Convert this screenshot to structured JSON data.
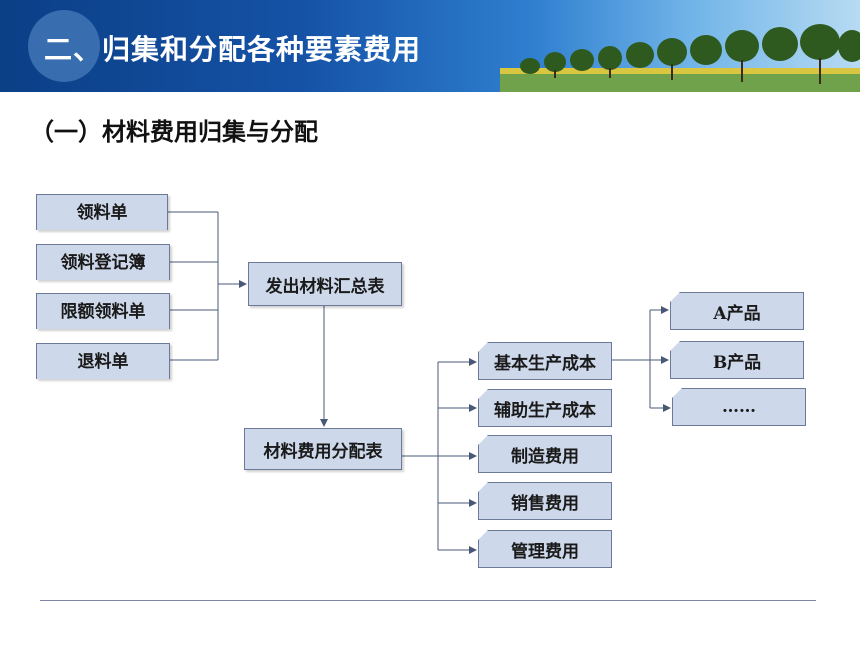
{
  "header": {
    "title": "二、归集和分配各种要素费用"
  },
  "section": {
    "subtitle": "（一）材料费用归集与分配"
  },
  "diagram": {
    "sources": [
      "领料单",
      "领料登记簿",
      "限额领料单",
      "退料单"
    ],
    "summary": "发出材料汇总表",
    "allocation": "材料费用分配表",
    "targets": [
      "基本生产成本",
      "辅助生产成本",
      "制造费用",
      "销售费用",
      "管理费用"
    ],
    "products": [
      "A产品",
      "B产品",
      "……"
    ]
  },
  "colors": {
    "box_fill": "#cdd8ea",
    "box_border": "#6a7a98",
    "line": "#4a5878",
    "banner_dark": "#0b3f86"
  }
}
